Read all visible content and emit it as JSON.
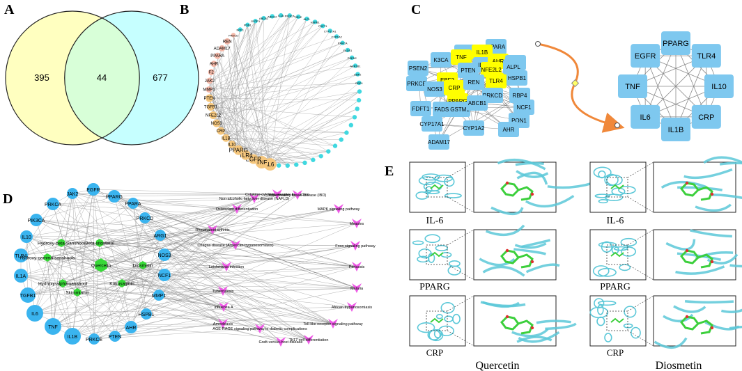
{
  "panel_letters": [
    "A",
    "B",
    "C",
    "D",
    "E"
  ],
  "venn": {
    "left_only": "395",
    "overlap": "44",
    "right_only": "677",
    "colors": {
      "left_fill": "#ffffc0",
      "right_fill": "#c0ffff",
      "overlap_fill": "#d8ffd8",
      "stroke": "#222222"
    }
  },
  "network_b": {
    "labeled_nodes": [
      "IL6",
      "TNF",
      "EGFR",
      "TLR4",
      "PPARG",
      "IL10",
      "IL1B",
      "CRP",
      "NOS3",
      "NFE2L2",
      "TGFB1",
      "PTEN",
      "MMP1",
      "JAK2",
      "F2",
      "AHR",
      "PPARA",
      "ADAM17",
      "REN",
      "PRKCD",
      "NCF1",
      "PON1",
      "GSTP1",
      "ABCB1",
      "ABCG2",
      "IL1A",
      "PIK3CA",
      "SELE",
      "ALPL",
      "HSPB1",
      "FDFT1",
      "CYP17A1",
      "CYP1A2",
      "PRKCA",
      "FADS1",
      "PSEN2",
      "AKR1B1",
      "EBF2",
      "RBP4"
    ],
    "colors": {
      "hub": "#f5c77e",
      "mid": "#f4b8a8",
      "small": "#40d8e0",
      "edge": "#9a9a9a"
    }
  },
  "ppi_c": {
    "nodes": [
      "PPARA",
      "PRKCA",
      "K3CA",
      "PSEN2",
      "IL1B",
      "TNF",
      "IL10",
      "AHR",
      "PTEN",
      "NFE2L2",
      "ARG1",
      "PRKCE",
      "EBF2",
      "NOS3",
      "TLR4",
      "HSPB1",
      "ALPL",
      "CRP",
      "REN",
      "RBP4",
      "FDFT1",
      "PPARG",
      "PRKCD",
      "NCF1",
      "FADS1",
      "GSTM1",
      "ABCB1",
      "PON1",
      "CYP17A1",
      "CYP1A2",
      "AHR",
      "ADAM17"
    ],
    "hub_nodes": [
      "PPARG",
      "TLR4",
      "IL10",
      "CRP",
      "IL1B",
      "IL6",
      "TNF",
      "EGFR"
    ],
    "colors": {
      "node": "#7ec8ef",
      "highlight": "#ffff00",
      "arrow": "#f0883a"
    }
  },
  "network_d": {
    "targets": [
      "JAK2",
      "EGFR",
      "PPARG",
      "PRKCA",
      "PPARA",
      "PIK3CA",
      "PRKCD",
      "IL10",
      "ARG1",
      "NOS3",
      "TLR4",
      "IL1A",
      "NCF1",
      "TGFB1",
      "MMP1",
      "IL6",
      "HSPB1",
      "TNF",
      "AHR",
      "IL1B",
      "PRKCE",
      "PTEN"
    ],
    "compounds": [
      "Hydroxy-beta-Sanshool",
      "Beta-sitosterol",
      "Hydroxy-gamma-sanshools",
      "Quercetin",
      "Diosmetin",
      "Hydroxy-alpha-sanshool",
      "Kokusaginin",
      "Skimmianin"
    ],
    "pathways": [
      "Non-alcoholic fatty liver disease (NAFLD)",
      "Cytokine-cytokine receptor interaction",
      "Inflammatory bowel disease (IBD)",
      "Osteoclast differentiation",
      "MAPK signaling pathway",
      "Rheumatoid arthritis",
      "Measles",
      "Chagas disease (American trypanosomiasis)",
      "Foxo signaling pathway",
      "Leishmania infection",
      "Pertussis",
      "Tuberculosis",
      "Malaria",
      "Influenza A",
      "African trypanosomiasis",
      "Amoebiasis",
      "AGE-RAGE signaling pathway in diabetic complications",
      "Graft-versus-host disease",
      "Th17 cell differentiation",
      "Toll-like receptor signaling pathway"
    ],
    "colors": {
      "target": "#3ab4ef",
      "compound": "#38d838",
      "pathway": "#ee5ae6",
      "edge": "#8c8c8c"
    }
  },
  "docking_e": {
    "row_labels": [
      "IL-6",
      "PPARG",
      "CRP"
    ],
    "column_labels": [
      "Quercetin",
      "Diosmetin"
    ],
    "colors": {
      "protein": "#5cc8d8",
      "ligand": "#3ccf3c",
      "box": "#333333"
    }
  }
}
